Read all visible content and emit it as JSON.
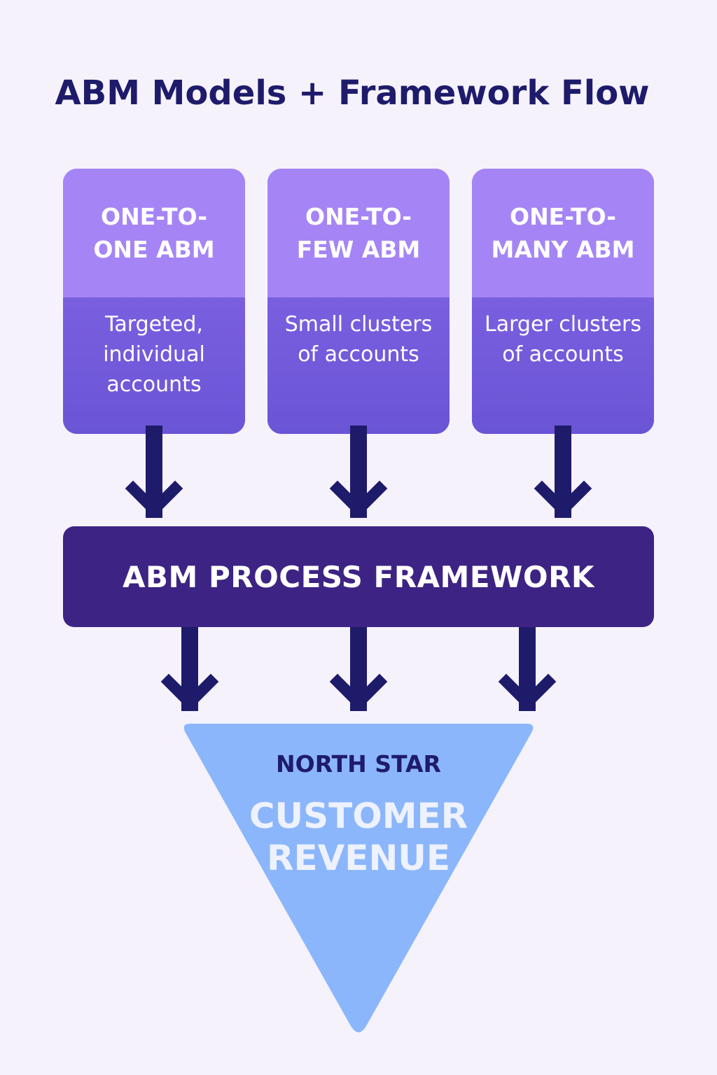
{
  "title": "ABM Models + Framework Flow",
  "models": [
    {
      "name_line1": "ONE-TO-",
      "name_line2": "ONE ABM",
      "desc_lines": [
        "Targeted,",
        "individual",
        "accounts"
      ]
    },
    {
      "name_line1": "ONE-TO-",
      "name_line2": "FEW ABM",
      "desc_lines": [
        "Small clusters",
        "of accounts"
      ]
    },
    {
      "name_line1": "ONE-TO-",
      "name_line2": "MANY ABM",
      "desc_lines": [
        "Larger clusters",
        "of accounts"
      ]
    }
  ],
  "framework": {
    "label": "ABM PROCESS FRAMEWORK"
  },
  "goal": {
    "eyebrow": "NORTH STAR",
    "line1": "CUSTOMER",
    "line2": "REVENUE"
  },
  "colors": {
    "background": "#f5f2fc",
    "title": "#1f1b6b",
    "card_head": "#a585f5",
    "card_body": "#6e58d8",
    "framework": "#3d2384",
    "arrow": "#1f1b6b",
    "triangle": "#8bb6fb",
    "triangle_text": "#eef2ff"
  }
}
